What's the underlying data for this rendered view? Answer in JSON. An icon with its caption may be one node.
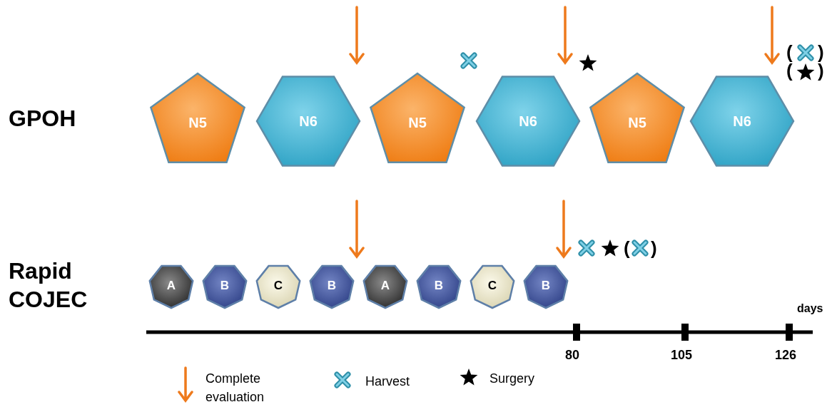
{
  "diagram": {
    "nodes": [
      {
        "text": [
          "N5"
        ]
      },
      {
        "text": [
          "N6"
        ]
      },
      {
        "text": [
          "N5"
        ]
      },
      {
        "text": [
          "N6"
        ]
      },
      {
        "text": [
          "N5"
        ]
      },
      {
        "text": [
          "N6"
        ]
      },
      {
        "text": [
          "A"
        ]
      },
      {
        "text": [
          "B"
        ]
      },
      {
        "text": [
          "C"
        ]
      },
      {
        "text": [
          "B"
        ]
      },
      {
        "text": [
          "A"
        ]
      },
      {
        "text": [
          "B"
        ]
      },
      {
        "text": [
          "C"
        ]
      },
      {
        "text": [
          "B"
        ]
      }
    ],
    "edges": [],
    "labels": [
      "(",
      ")",
      "(",
      ")",
      "GPOH",
      "(",
      ")",
      "Rapid COJEC",
      "days",
      "80",
      "105",
      "126"
    ],
    "legend": [
      {
        "text": "Complete evaluation"
      },
      {
        "text": "Harvest"
      },
      {
        "text": "Surgery"
      }
    ]
  }
}
